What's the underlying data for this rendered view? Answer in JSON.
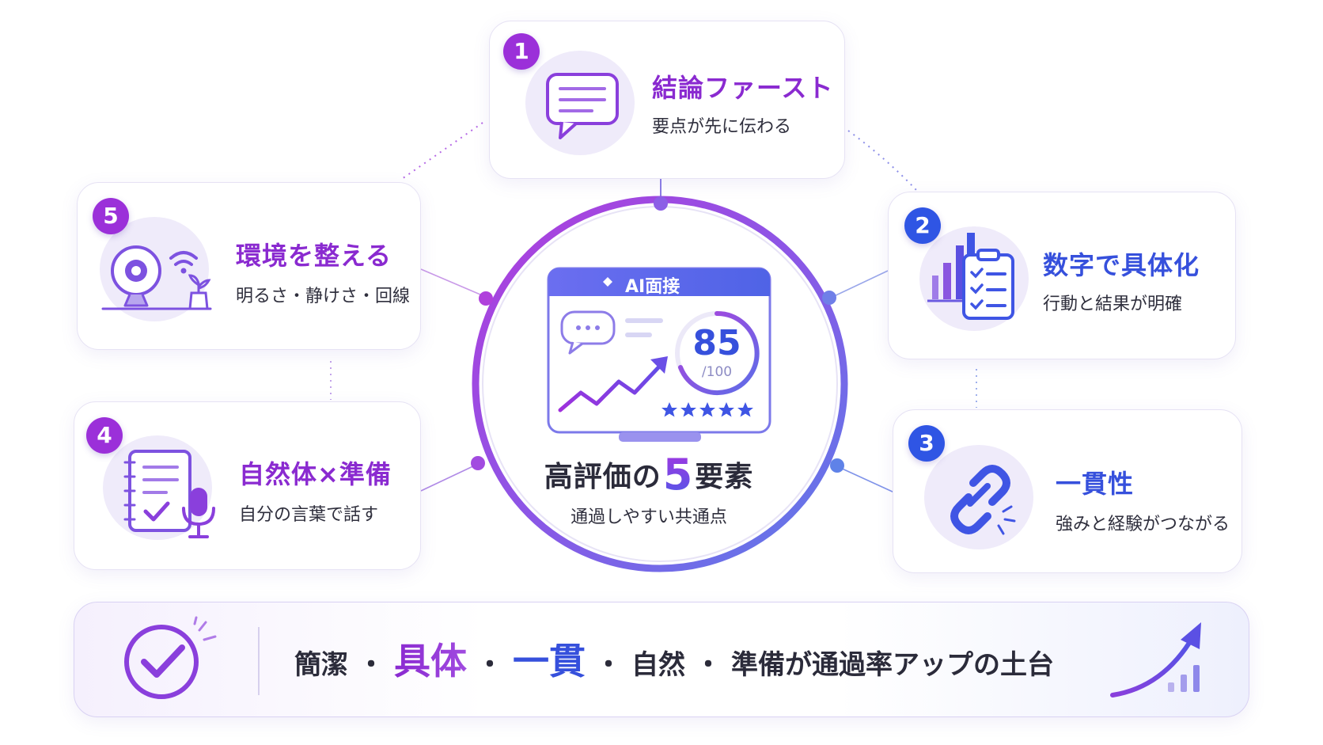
{
  "center": {
    "window_label": "AI面接",
    "score": "85",
    "score_max": "/100",
    "title_before": "高評価の",
    "title_number": "5",
    "title_after": "要素",
    "subtitle": "通過しやすい共通点"
  },
  "elements": [
    {
      "number": "1",
      "title": "結論ファースト",
      "subtitle": "要点が先に伝わる",
      "icon": "chat-document-icon"
    },
    {
      "number": "2",
      "title": "数字で具体化",
      "subtitle": "行動と結果が明確",
      "icon": "bar-chart-checklist-icon"
    },
    {
      "number": "3",
      "title": "一貫性",
      "subtitle": "強みと経験がつながる",
      "icon": "chain-link-icon"
    },
    {
      "number": "4",
      "title": "自然体×準備",
      "subtitle": "自分の言葉で話す",
      "icon": "notebook-microphone-icon"
    },
    {
      "number": "5",
      "title": "環境を整える",
      "subtitle": "明るさ・静けさ・回線",
      "icon": "webcam-wifi-plant-icon"
    }
  ],
  "banner": {
    "w1": "簡潔",
    "sep": "・",
    "w2": "具体",
    "w3": "一貫",
    "w4": "自然",
    "w5": "準備が通過率アップの土台"
  },
  "colors": {
    "purple": "#8a2ad0",
    "blue": "#3650dc",
    "lavender": "#efebfa"
  }
}
